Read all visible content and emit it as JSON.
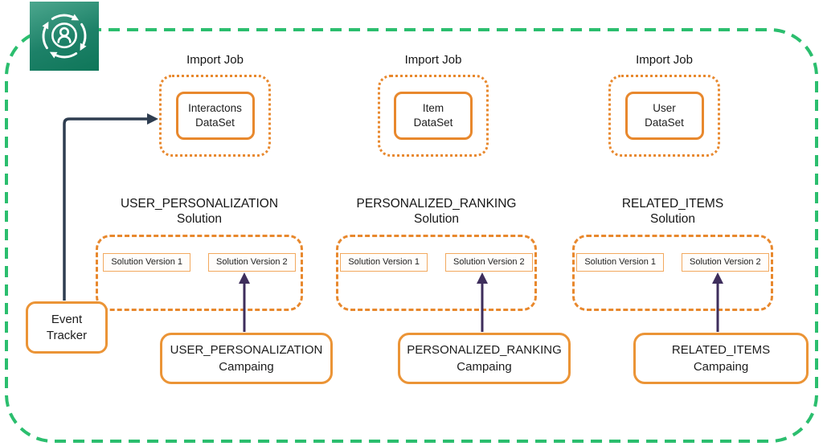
{
  "colors": {
    "boundary_green": "#2bbe6e",
    "orange": "#e8882d",
    "orange_light": "#f2a95f",
    "arrow_navy": "#2e3d50",
    "arrow_purple": "#3e2e5c",
    "icon_gradient_start": "#4ca78e",
    "icon_gradient_end": "#0f7659"
  },
  "import_jobs": [
    {
      "title": "Import Job",
      "dataset": "Interactons\nDataSet"
    },
    {
      "title": "Import Job",
      "dataset": "Item\nDataSet"
    },
    {
      "title": "Import Job",
      "dataset": "User\nDataSet"
    }
  ],
  "solutions": [
    {
      "name": "USER_PERSONALIZATION\nSolution",
      "versions": [
        "Solution Version 1",
        "Solution Version 2"
      ]
    },
    {
      "name": "PERSONALIZED_RANKING\nSolution",
      "versions": [
        "Solution Version 1",
        "Solution Version 2"
      ]
    },
    {
      "name": "RELATED_ITEMS\nSolution",
      "versions": [
        "Solution Version 1",
        "Solution Version 2"
      ]
    }
  ],
  "campaigns": [
    {
      "label": "USER_PERSONALIZATION\nCampaing"
    },
    {
      "label": "PERSONALIZED_RANKING\nCampaing"
    },
    {
      "label": "RELATED_ITEMS\nCampaing"
    }
  ],
  "event_tracker": {
    "label": "Event\nTracker"
  }
}
